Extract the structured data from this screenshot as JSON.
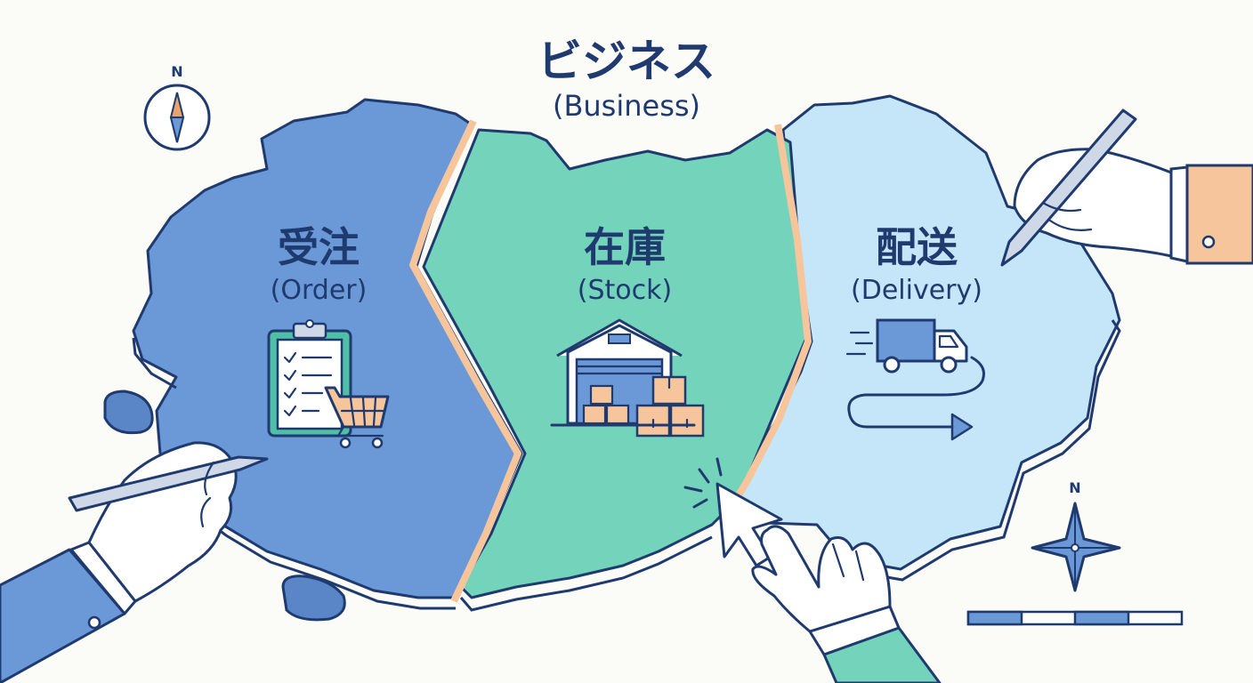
{
  "title": {
    "main": "ビジネス",
    "sub": "(Business)"
  },
  "regions": [
    {
      "id": "order",
      "label": "受注",
      "sublabel": "(Order)",
      "icon": "clipboard-cart-icon",
      "color": "#6b98d6"
    },
    {
      "id": "stock",
      "label": "在庫",
      "sublabel": "(Stock)",
      "icon": "warehouse-icon",
      "color": "#74d3bb"
    },
    {
      "id": "delivery",
      "label": "配送",
      "sublabel": "(Delivery)",
      "icon": "delivery-truck-icon",
      "color": "#c4e6f8"
    }
  ],
  "compass_labels": {
    "top_left": "N",
    "bottom_right": "N"
  },
  "colors": {
    "outline": "#1f3a6e",
    "border_accent": "#f6c59b",
    "background": "#fbfbf8"
  }
}
